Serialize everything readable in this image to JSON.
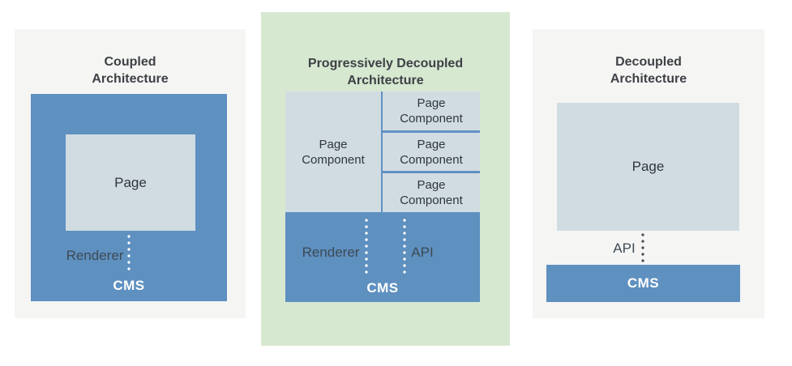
{
  "colors": {
    "page_background": "#ffffff",
    "card_gray": "#f5f5f4",
    "card_green": "#d7e8d1",
    "cms_blue": "#5e90c0",
    "box_light_blue": "#d0dce1",
    "divider_blue": "#6191c3",
    "title_text": "#3d4145",
    "label_text": "#3e4a54",
    "cms_label_text": "#ffffff"
  },
  "panels": [
    {
      "title_line1": "Coupled",
      "title_line2": "Architecture",
      "page_label": "Page",
      "renderer_label": "Renderer",
      "cms_label": "CMS"
    },
    {
      "title_line1": "Progressively Decoupled",
      "title_line2": "Architecture",
      "components": [
        {
          "line1": "Page",
          "line2": "Component"
        },
        {
          "line1": "Page",
          "line2": "Component"
        },
        {
          "line1": "Page",
          "line2": "Component"
        },
        {
          "line1": "Page",
          "line2": "Component"
        }
      ],
      "renderer_label": "Renderer",
      "api_label": "API",
      "cms_label": "CMS"
    },
    {
      "title_line1": "Decoupled",
      "title_line2": "Architecture",
      "page_label": "Page",
      "api_label": "API",
      "cms_label": "CMS"
    }
  ]
}
